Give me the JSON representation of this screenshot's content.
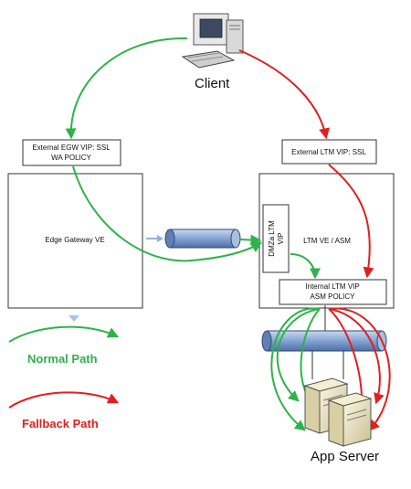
{
  "client": {
    "label": "Client",
    "icon": "desktop-computer-icon"
  },
  "egw_vip": {
    "line1": "External EGW VIP: SSL",
    "line2": "WA POLICY"
  },
  "ltm_vip": {
    "line1": "External LTM VIP: SSL"
  },
  "edge_gateway": {
    "label": "Edge Gateway VE"
  },
  "dmz": {
    "line1": "DMZa LTM",
    "line2": "VIP"
  },
  "ltm_ve": {
    "label": "LTM VE / ASM"
  },
  "internal_vip": {
    "line1": "Internal LTM VIP",
    "line2": "ASM POLICY"
  },
  "app_server": {
    "label": "App Server",
    "icon": "server-icon"
  },
  "legend": {
    "normal_label": "Normal Path",
    "fallback_label": "Fallback Path"
  },
  "colors": {
    "normal": "#2db34a",
    "fallback": "#e02020",
    "tunnel": "#6f93c8",
    "box_border": "#333333"
  }
}
